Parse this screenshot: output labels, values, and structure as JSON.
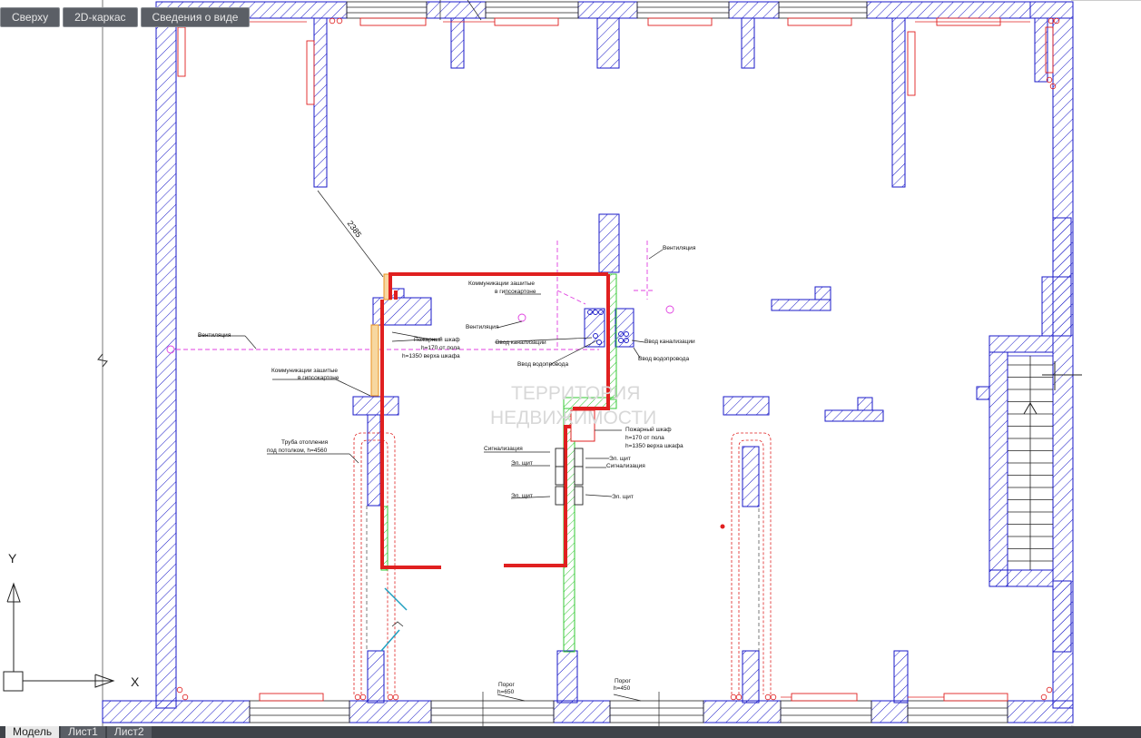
{
  "viewport_tabs": [
    "Сверху",
    "2D-каркас",
    "Сведения о виде"
  ],
  "layout_tabs": [
    "Модель",
    "Лист1",
    "Лист2"
  ],
  "colors": {
    "wall": "#1a1ac8",
    "red": "#e02020",
    "green": "#34c934",
    "magenta": "#e040e0",
    "orange": "#e89020",
    "cyan": "#20a0c0"
  },
  "labels": {
    "ventilation_top": "Вентиляция",
    "comm_top_1": "Коммуникации зашитые",
    "comm_top_2": "в гипсокартоне",
    "ventilation_mid": "Вентиляция",
    "sewer_in_left": "Ввод канализации",
    "sewer_in_right": "Ввод канализации",
    "water_in_left": "Ввод водопровода",
    "water_in_right": "Ввод водопровода",
    "fire_cab_left_1": "Пожарный шкаф",
    "fire_cab_left_2": "h=170 от пола",
    "fire_cab_left_3": "h=1350 верха шкафа",
    "ventilation_left": "Вентиляция",
    "comm_left_1": "Коммуникации зашитые",
    "comm_left_2": "в гипсокартоне",
    "pipe_1": "Труба отопления",
    "pipe_2": "под потолком, h=4560",
    "fire_cab_right_1": "Пожарный шкаф",
    "fire_cab_right_2": "h=170 от пола",
    "fire_cab_right_3": "h=1350 верха шкафа",
    "signal_left": "Сигнализация",
    "el_panel_l1": "Эл. щит",
    "el_panel_l2": "Эл. щит",
    "el_panel_r1": "Эл. щит",
    "signal_right": "Сигнализация",
    "el_panel_r2": "Эл. щит",
    "threshold_l1": "Порог",
    "threshold_l2": "h=650",
    "threshold_r1": "Порог",
    "threshold_r2": "h=450",
    "dimension": "2385",
    "watermark_1": "ТЕРРИТОРИЯ",
    "watermark_2": "НЕДВИЖИМОСТИ",
    "axis_y": "Y",
    "axis_x": "X"
  }
}
